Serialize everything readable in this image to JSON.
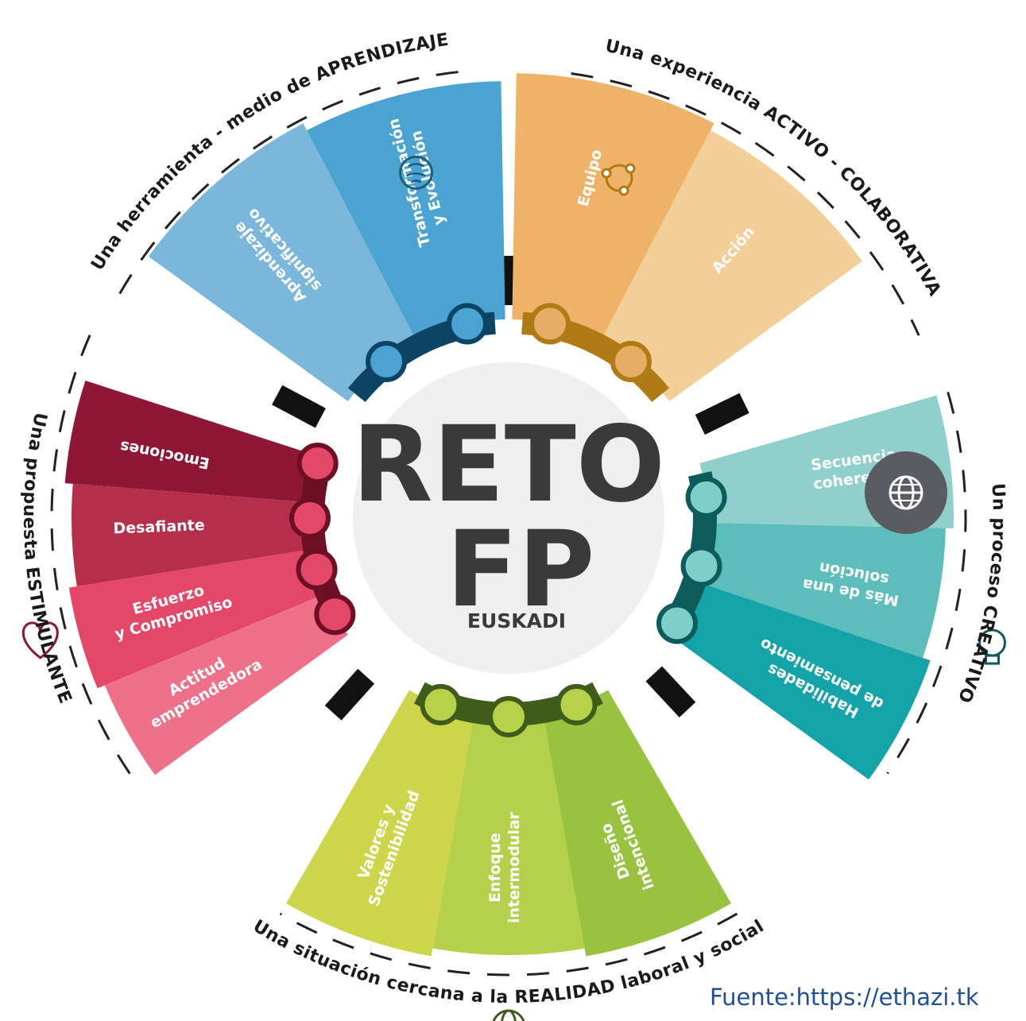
{
  "center": {
    "line1": "RETO",
    "line2": "FP",
    "line3": "EUSKADI"
  },
  "sections": [
    {
      "id": "aprendizaje",
      "outer_label": "Una herramienta - medio de APRENDIZAJE",
      "icon": "brain-icon",
      "colors": {
        "light": "#7ab7da",
        "dark": "#4aa3d1",
        "band": "#0d4466",
        "dot": "#4aa3d1"
      },
      "segments": [
        {
          "lines": [
            "Aprendizaje",
            "significativo"
          ]
        },
        {
          "lines": [
            "Transformación",
            "y Evolución"
          ]
        }
      ]
    },
    {
      "id": "colaborativa",
      "outer_label": "Una experiencia ACTIVO - COLABORATIVA",
      "icon": "network-icon",
      "colors": {
        "light": "#f2cf98",
        "dark": "#eeb369",
        "band": "#b07a14",
        "dot": "#e6ad66"
      },
      "segments": [
        {
          "lines": [
            "Equipo"
          ]
        },
        {
          "lines": [
            "Acción"
          ]
        }
      ]
    },
    {
      "id": "creativo",
      "outer_label": "Un proceso CREATIVO",
      "icon": "lightbulb-icon",
      "colors": {
        "c1": "#8fd0cc",
        "c2": "#5dbdba",
        "c3": "#14a3a8",
        "band": "#0d5b5b",
        "dot": "#7ccfcb"
      },
      "segments": [
        {
          "lines": [
            "Secuencia",
            "coherente"
          ]
        },
        {
          "lines": [
            "Más de una",
            "solución"
          ]
        },
        {
          "lines": [
            "Habilidades",
            "de pensamiento"
          ]
        }
      ]
    },
    {
      "id": "realidad",
      "outer_label": "Una situación cercana a la REALIDAD laboral y social",
      "icon": "globe-icon",
      "colors": {
        "c1": "#98c23f",
        "c2": "#b5d04a",
        "c3": "#cdd54a",
        "band": "#3f5c1a",
        "dot": "#b7d14a"
      },
      "segments": [
        {
          "lines": [
            "Valores y",
            "Sostenibilidad"
          ]
        },
        {
          "lines": [
            "Enfoque",
            "intermodular"
          ]
        },
        {
          "lines": [
            "Diseño",
            "intencional"
          ]
        }
      ]
    },
    {
      "id": "estimulante",
      "outer_label": "Una propuesta ESTIMULANTE",
      "icon": "heart-icon",
      "colors": {
        "c1": "#ee7189",
        "c2": "#e44767",
        "c3": "#b52f4c",
        "c4": "#8e1735",
        "band": "#6d0f25",
        "dot": "#e44767"
      },
      "segments": [
        {
          "lines": [
            "Emociones"
          ]
        },
        {
          "lines": [
            "Desafiante"
          ]
        },
        {
          "lines": [
            "Esfuerzo",
            "y Compromiso"
          ]
        },
        {
          "lines": [
            "Actitud",
            "emprendedora"
          ]
        }
      ]
    }
  ],
  "overlay_icon": "globe-icon",
  "source": "Fuente:https://ethazi.tk"
}
